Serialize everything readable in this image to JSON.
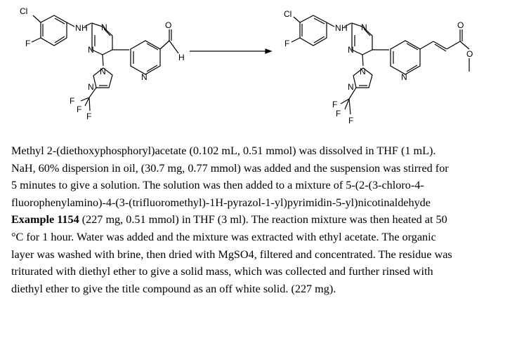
{
  "scheme": {
    "reactant_atoms": {
      "cl": "Cl",
      "f": "F",
      "nh": "N",
      "h_nh": "H",
      "n_pym1": "N",
      "n_pym2": "N",
      "n_pyz1": "N",
      "n_pyz2": "N",
      "f1": "F",
      "f2": "F",
      "f3": "F",
      "n_pyr": "N",
      "o": "O",
      "h_ald": "H"
    },
    "product_atoms": {
      "cl": "Cl",
      "f": "F",
      "nh": "N",
      "h_nh": "H",
      "n_pym1": "N",
      "n_pym2": "N",
      "n_pyz1": "N",
      "n_pyz2": "N",
      "f1": "F",
      "f2": "F",
      "f3": "F",
      "n_pyr": "N",
      "o1": "O",
      "o2": "O"
    }
  },
  "procedure": {
    "line1": "Methyl 2-(diethoxyphosphoryl)acetate (0.102 mL, 0.51 mmol) was dissolved in THF (1 mL).",
    "line2": "NaH, 60% dispersion in oil, (30.7 mg, 0.77 mmol) was added and the suspension was stirred for",
    "line3": "5 minutes to give a solution.  The solution was then added to a mixture of 5-(2-(3-chloro-4-",
    "line4": "fluorophenylamino)-4-(3-(trifluoromethyl)-1H-pyrazol-1-yl)pyrimidin-5-yl)nicotinaldehyde",
    "line5_bold": "Example 1154",
    "line5_rest": " (227 mg, 0.51 mmol) in THF (3 ml).  The reaction mixture was then heated at 50",
    "line6": "°C for 1 hour.  Water was added and the mixture was extracted with ethyl acetate. The organic",
    "line7": "layer was washed with brine, then dried with MgSO4, filtered and concentrated. The residue was",
    "line8": "triturated with diethyl ether to give a solid mass, which was collected and further rinsed with",
    "line9": "diethyl ether to give the title compound as an off white solid. (227 mg)."
  }
}
